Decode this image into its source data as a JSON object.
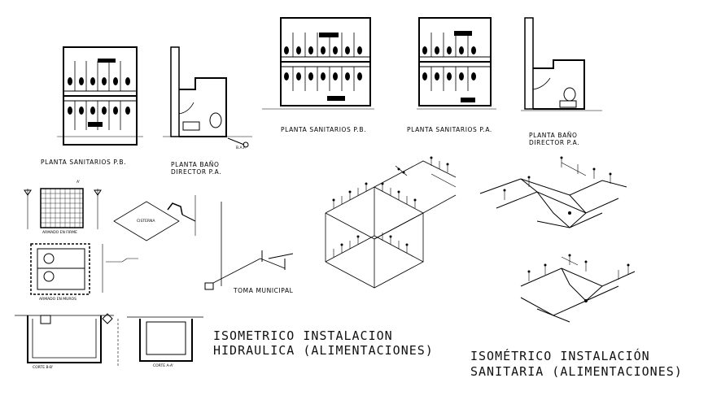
{
  "labels": {
    "planta_pb_1": "PLANTA SANITARIOS P.B.",
    "planta_bano_1_l1": "PLANTA BAÑO",
    "planta_bano_1_l2": "DIRECTOR P.A.",
    "planta_pb_2": "PLANTA SANITARIOS P.B.",
    "planta_pa": "PLANTA SANITARIOS P.A.",
    "planta_bano_2_l1": "PLANTA BAÑO",
    "planta_bano_2_l2": "DIRECTOR P.A.",
    "baf": "B.A.F.",
    "toma_municipal": "TOMA MUNICIPAL",
    "armado_firme": "ARMADO EN FIRME",
    "armado_muros": "ARMADO EN MUROS",
    "corte_bb": "CORTE B-B'",
    "corte_aa": "CORTE A-A'",
    "cisterna": "CISTERNA",
    "section_a": "A'",
    "hidraulica_l1": "ISOMETRICO INSTALACION",
    "hidraulica_l2": "HIDRAULICA (ALIMENTACIONES)",
    "sanitaria_l1": "ISOMÉTRICO INSTALACIÓN",
    "sanitaria_l2": "SANITARIA   (ALIMENTACIONES)"
  },
  "colors": {
    "line": "#000000",
    "background": "#ffffff"
  }
}
